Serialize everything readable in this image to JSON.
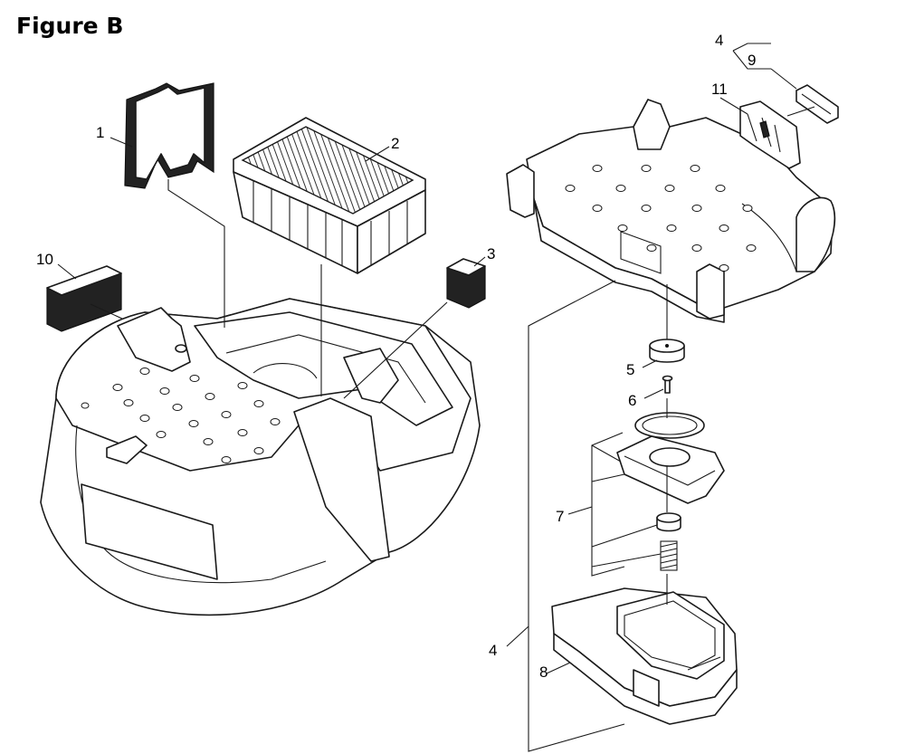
{
  "figure": {
    "title": "Figure B"
  },
  "callouts": [
    {
      "id": "1",
      "label": "1"
    },
    {
      "id": "2",
      "label": "2"
    },
    {
      "id": "3",
      "label": "3"
    },
    {
      "id": "10",
      "label": "10"
    },
    {
      "id": "4a",
      "label": "4"
    },
    {
      "id": "9",
      "label": "9"
    },
    {
      "id": "11",
      "label": "11"
    },
    {
      "id": "5",
      "label": "5"
    },
    {
      "id": "6",
      "label": "6"
    },
    {
      "id": "7",
      "label": "7"
    },
    {
      "id": "4b",
      "label": "4"
    },
    {
      "id": "8",
      "label": "8"
    }
  ]
}
